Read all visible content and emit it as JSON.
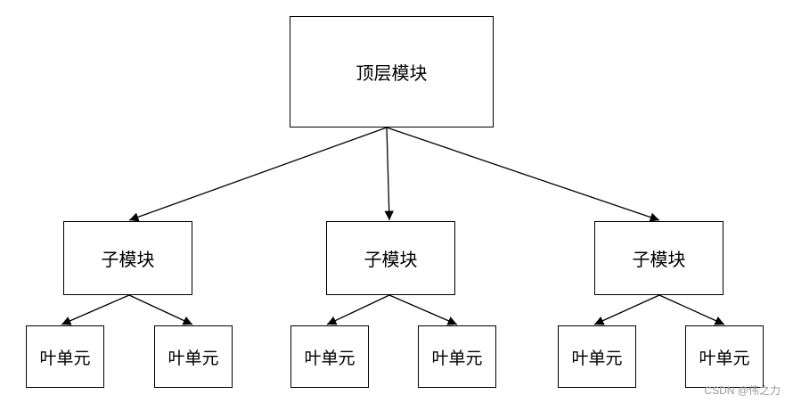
{
  "diagram": {
    "top_module": {
      "label": "顶层模块"
    },
    "sub_modules": [
      {
        "label": "子模块"
      },
      {
        "label": "子模块"
      },
      {
        "label": "子模块"
      }
    ],
    "leaf_units": [
      {
        "label": "叶单元"
      },
      {
        "label": "叶单元"
      },
      {
        "label": "叶单元"
      },
      {
        "label": "叶单元"
      },
      {
        "label": "叶单元"
      },
      {
        "label": "叶单元"
      }
    ]
  },
  "watermark": {
    "text": "CSDN @伟之力"
  },
  "colors": {
    "stroke": "#000000",
    "background": "#ffffff",
    "watermark": "#999999"
  }
}
